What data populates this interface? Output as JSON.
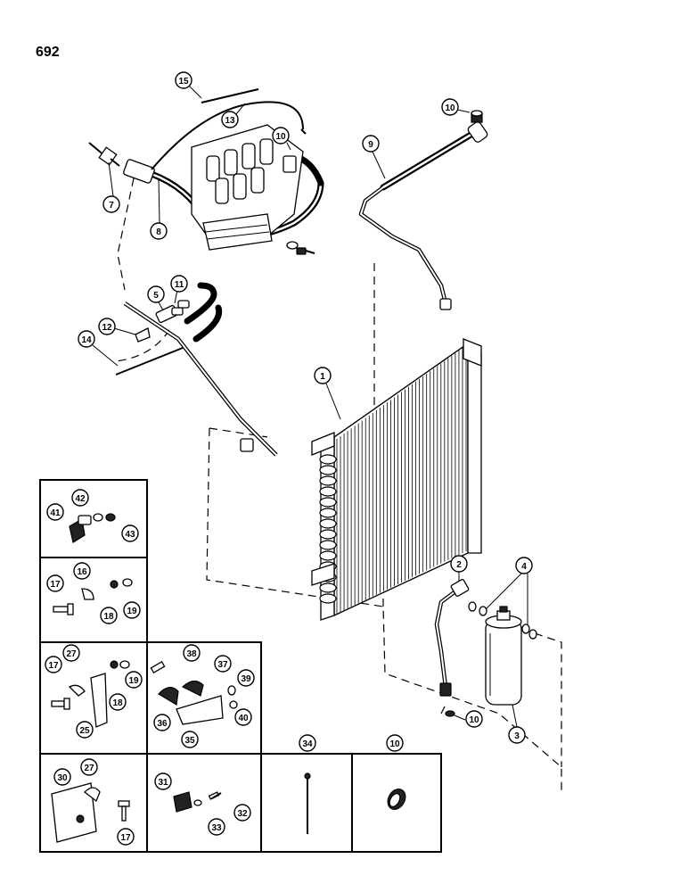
{
  "page_number": "692",
  "callouts": {
    "c1": "1",
    "c2": "2",
    "c3": "3",
    "c4": "4",
    "c5": "5",
    "c7": "7",
    "c8": "8",
    "c9": "9",
    "c10_top_comp": "10",
    "c10_top_right": "10",
    "c10_drier": "10",
    "c10_inset": "10",
    "c11": "11",
    "c12": "12",
    "c13": "13",
    "c14": "14",
    "c15": "15",
    "c16": "16",
    "c17_a": "17",
    "c17_b": "17",
    "c17_c": "17",
    "c18_a": "18",
    "c18_b": "18",
    "c19_a": "19",
    "c19_b": "19",
    "c25": "25",
    "c27_a": "27",
    "c27_b": "27",
    "c30": "30",
    "c31": "31",
    "c32": "32",
    "c33": "33",
    "c34": "34",
    "c35": "35",
    "c36": "36",
    "c37": "37",
    "c38": "38",
    "c39": "39",
    "c40": "40",
    "c41": "41",
    "c42": "42",
    "c43": "43"
  }
}
